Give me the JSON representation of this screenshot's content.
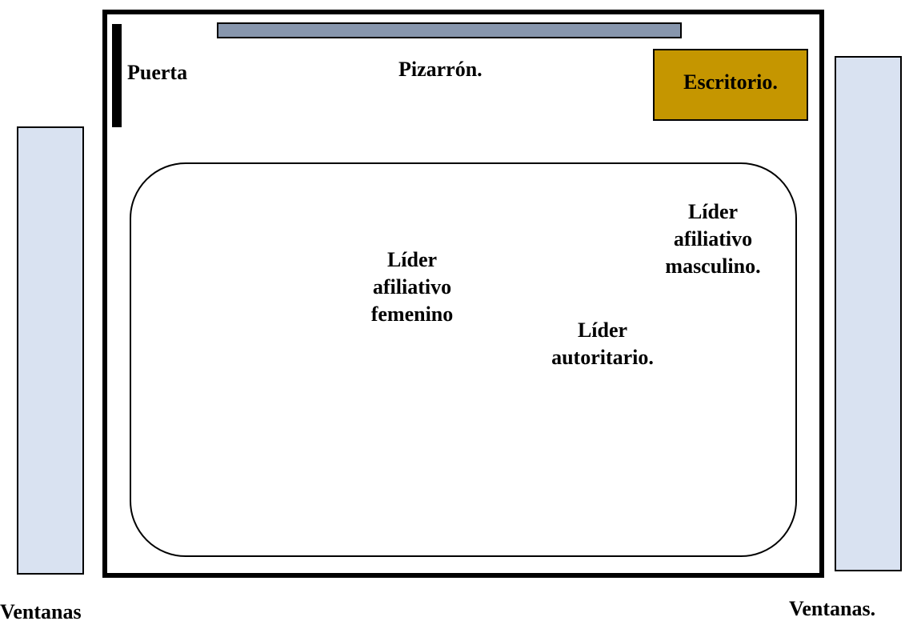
{
  "colors": {
    "board": "#8796ad",
    "desk": "#c59600",
    "window": "#d9e2f1",
    "outline": "#000000"
  },
  "room": {
    "door_label": "Puerta",
    "board_label": "Pizarrón.",
    "desk_label": "Escritorio."
  },
  "leaders": {
    "femenino": [
      "Líder",
      "afiliativo",
      "femenino"
    ],
    "masculino": [
      "Líder",
      "afiliativo",
      "masculino."
    ],
    "autoritario": [
      "Líder",
      "autoritario."
    ]
  },
  "windows": {
    "left_label": "Ventanas",
    "right_label": "Ventanas."
  }
}
